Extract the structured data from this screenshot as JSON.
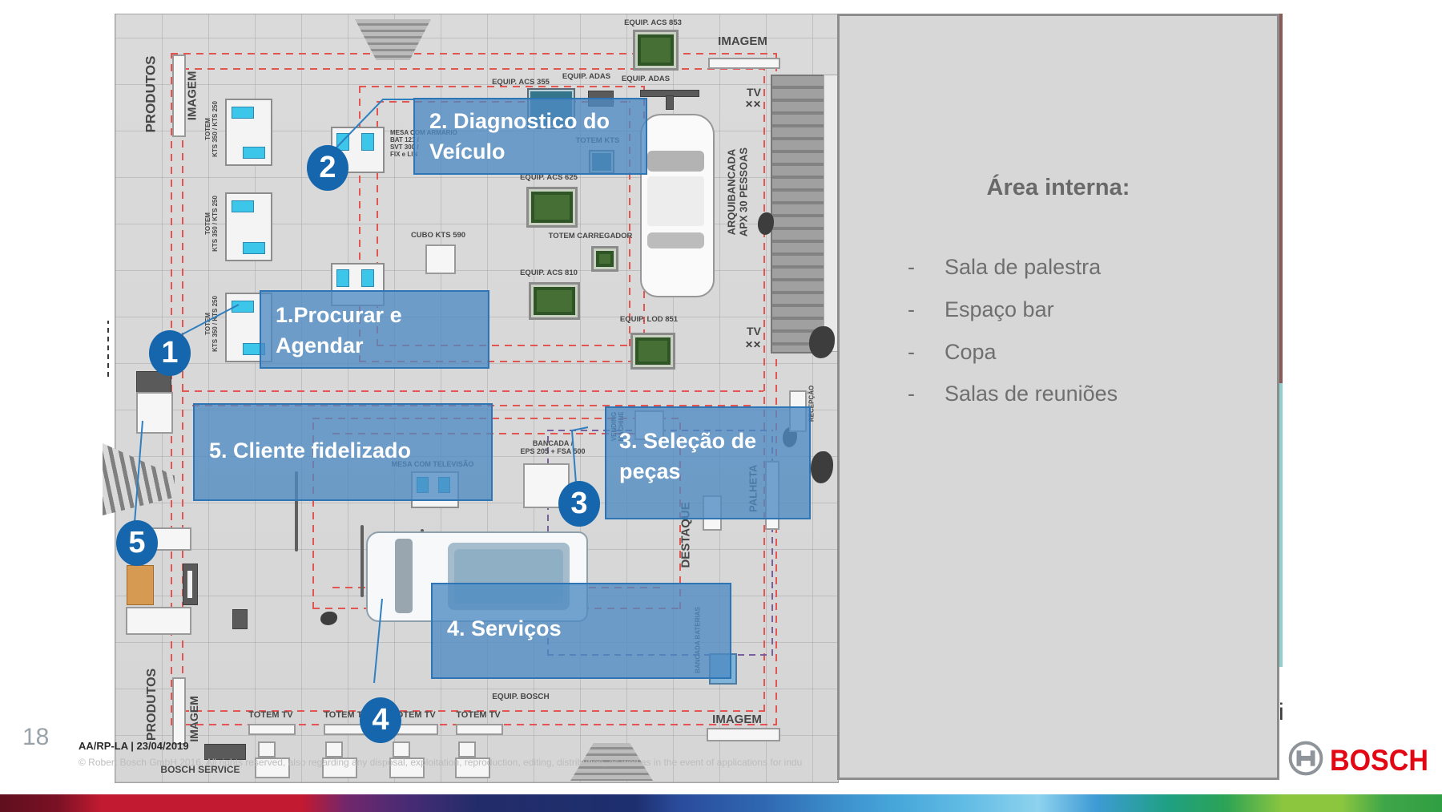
{
  "slide": {
    "page_number": "18",
    "doc_ref": "AA/RP-LA | 23/04/2019",
    "copyright": "© Robert Bosch GmbH 2016. All rights reserved, also regarding any disposal, exploitation, reproduction, editing, distribution, as well as in the event of applications for indu",
    "edge_fragment": "i"
  },
  "brand": {
    "name": "BOSCH",
    "logo_color": "#e30613"
  },
  "panel": {
    "heading": "Área interna:",
    "dash": "-",
    "items": [
      "Sala de palestra",
      "Espaço bar",
      "Copa",
      "Salas de reuniões"
    ]
  },
  "annotations": {
    "circles": [
      {
        "n": "1"
      },
      {
        "n": "2"
      },
      {
        "n": "3"
      },
      {
        "n": "4"
      },
      {
        "n": "5"
      }
    ],
    "overlays": [
      {
        "step": 1,
        "text": "1.Procurar e\nAgendar"
      },
      {
        "step": 2,
        "text": "2. Diagnostico do\nVeículo"
      },
      {
        "step": 3,
        "text": "3. Seleção de\npeças"
      },
      {
        "step": 4,
        "text": "4. Serviços"
      },
      {
        "step": 5,
        "text": "5. Cliente fidelizado"
      }
    ],
    "accent_blue": "#1566ad",
    "overlay_blue": "#4d8ac2"
  },
  "plan": {
    "labels": [
      {
        "text": "PRODUTOS"
      },
      {
        "text": "IMAGEM"
      },
      {
        "text": "TOTEM\nKTS 350 / KTS 250"
      },
      {
        "text": "TOTEM\nKTS 350 / KTS 250"
      },
      {
        "text": "TOTEM\nKTS 350 / KTS 250"
      },
      {
        "text": "EQUIP. ACS 853"
      },
      {
        "text": "IMAGEM"
      },
      {
        "text": "EQUIP. ACS 355"
      },
      {
        "text": "EQUIP. ADAS"
      },
      {
        "text": "EQUIP. ADAS"
      },
      {
        "text": "TV"
      },
      {
        "text": "✕✕"
      },
      {
        "text": "MESA COM ARMARIO\nBAT 121 /\nSVT 300 /\nFIX e LIN"
      },
      {
        "text": "TOTEM KTS"
      },
      {
        "text": "EQUIP. ACS 625"
      },
      {
        "text": "CUBO KTS 590"
      },
      {
        "text": "TOTEM CARREGADOR"
      },
      {
        "text": "EQUIP. ACS 810"
      },
      {
        "text": "ARQUIBANCADA\nAPX 30 PESSOAS"
      },
      {
        "text": "EQUIP. LOD 851"
      },
      {
        "text": "TV"
      },
      {
        "text": "✕✕"
      },
      {
        "text": "RECEPÇÃO"
      },
      {
        "text": "MESA COM TELEVISÃO"
      },
      {
        "text": "BANCADA /\nEPS 205 + FSA 500"
      },
      {
        "text": "VENDING\nMACHINE"
      },
      {
        "text": "DESTAQUE"
      },
      {
        "text": "PALHETA"
      },
      {
        "text": "BANCADA BATERIAS"
      },
      {
        "text": "PRODUTOS"
      },
      {
        "text": "IMAGEM"
      },
      {
        "text": "TOTEM TV"
      },
      {
        "text": "TOTEM TV"
      },
      {
        "text": "TOTEM TV"
      },
      {
        "text": "TOTEM TV"
      },
      {
        "text": "EQUIP. BOSCH"
      },
      {
        "text": "IMAGEM"
      },
      {
        "text": "BOSCH SERVICE"
      }
    ]
  }
}
